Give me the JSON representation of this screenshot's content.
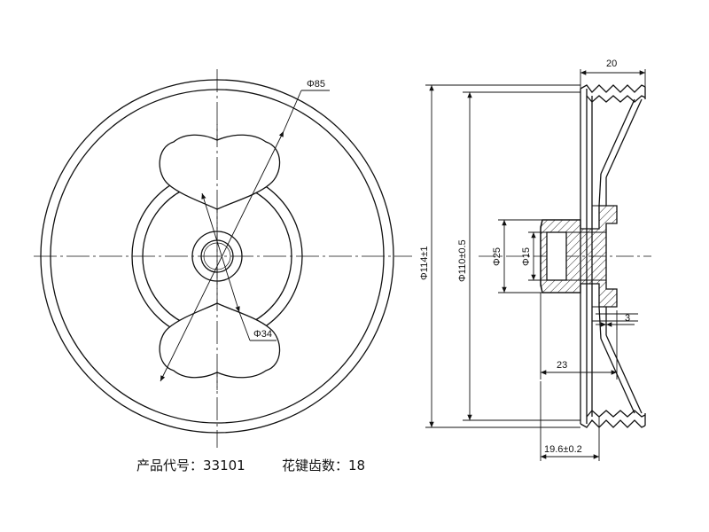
{
  "drawing": {
    "front_view": {
      "dims": {
        "d85": "Φ85",
        "d34": "Φ34"
      }
    },
    "section_view": {
      "dims": {
        "width_top": "20",
        "outer_dia": "Φ114±1",
        "groove_dia": "Φ110±0.5",
        "hub_dia": "Φ25",
        "bore_dia": "Φ15",
        "offset_23": "23",
        "step_3": "3",
        "bottom_width": "19.6±0.2"
      }
    }
  },
  "caption": {
    "product_code": "产品代号：33101",
    "spline_count": "花键齿数：18"
  }
}
